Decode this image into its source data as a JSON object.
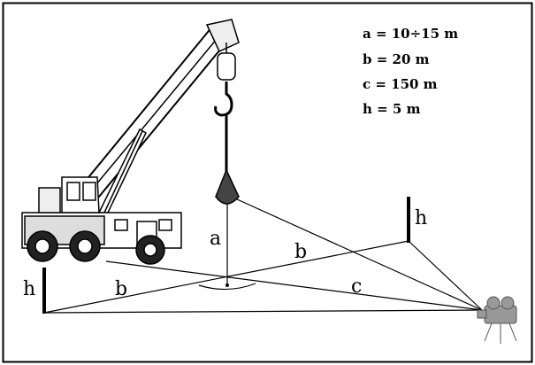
{
  "legend": [
    "a = 10÷15 m",
    "b = 20 m",
    "c = 150 m",
    "h = 5 m"
  ],
  "labels": {
    "a": "a",
    "b_right": "b",
    "b_left": "b",
    "c": "c",
    "h_left": "h",
    "h_right": "h"
  },
  "icons": {
    "crane": "crane-icon",
    "hook": "hook-icon",
    "load": "load-weight-icon",
    "camera": "film-camera-icon"
  }
}
